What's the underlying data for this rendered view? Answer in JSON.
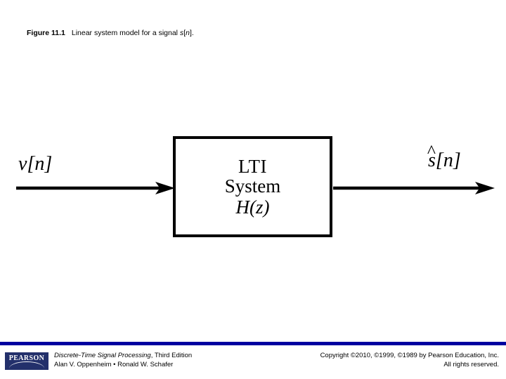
{
  "caption": {
    "figure_number": "Figure 11.1",
    "text_before_italic": "Linear system model for a signal ",
    "italic_signal": "s",
    "bracket_open": "[",
    "italic_index": "n",
    "bracket_close": "].",
    "full_text": "Figure 11.1  Linear system model for a signal s[n]."
  },
  "diagram": {
    "type": "block-diagram",
    "block": {
      "line1": "LTI",
      "line2": "System",
      "line3": "H(z)",
      "transfer_function_italic": "H(z)",
      "border_color": "#000000",
      "fill_color": "#ffffff"
    },
    "input": {
      "label_base": "v",
      "label_full": "v[n]",
      "bracket_open": "[",
      "index": "n",
      "bracket_close": "]",
      "arrow_direction": "right"
    },
    "output": {
      "label_base": "s",
      "accent": "^",
      "label_full": "ŝ[n]",
      "bracket_open": "[",
      "index": "n",
      "bracket_close": "]",
      "arrow_direction": "right"
    }
  },
  "footer": {
    "rule_color": "#0000a0",
    "logo": {
      "wordmark": "PEARSON",
      "background_color": "#23306b",
      "text_color": "#ffffff"
    },
    "book_title": "Discrete-Time Signal Processing",
    "book_edition": ", Third Edition",
    "authors": "Alan V. Oppenheim • Ronald W. Schafer",
    "copyright_line": "Copyright ©2010, ©1999, ©1989 by Pearson Education, Inc.",
    "rights_line": "All rights reserved."
  }
}
